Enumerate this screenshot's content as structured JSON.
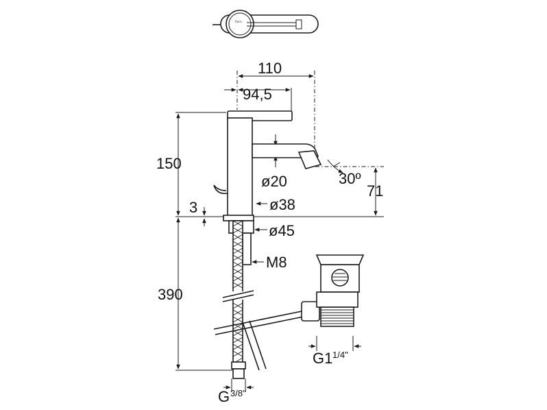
{
  "labels": {
    "spout_reach": "110",
    "lever_reach": "94,5",
    "mixer_height": "150",
    "spout_height": "71",
    "spray_angle": "30º",
    "spout_diameter": "ø20",
    "body_diameter": "ø38",
    "base_diameter": "ø45",
    "base_thickness": "3",
    "hose_length": "390",
    "stud_thread": "M8",
    "waste_thread": "G1",
    "waste_thread_fraction": "1/4\"",
    "hose_thread": "G",
    "hose_thread_fraction": "3/8\""
  },
  "logo_text": "Roca"
}
